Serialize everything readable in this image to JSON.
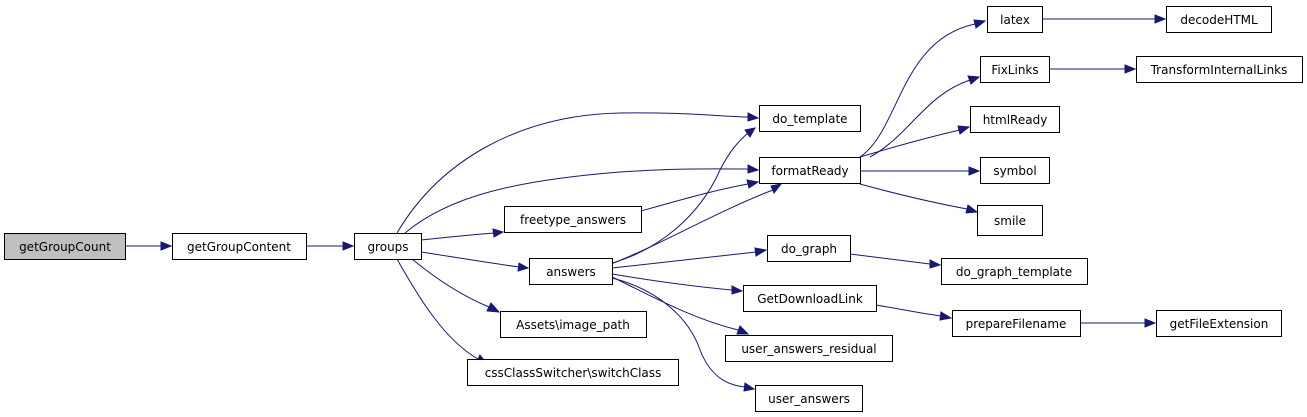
{
  "colors": {
    "edge": "#191970",
    "root_fill": "#bfbfbf",
    "node_fill": "#ffffff",
    "node_border": "#000000"
  },
  "nodes": {
    "getGroupCount": {
      "label": "getGroupCount",
      "root": true
    },
    "getGroupContent": {
      "label": "getGroupContent"
    },
    "groups": {
      "label": "groups"
    },
    "freetype_answers": {
      "label": "freetype_answers"
    },
    "answers": {
      "label": "answers"
    },
    "assets_image_path": {
      "label": "Assets\\image_path"
    },
    "css_switch_class": {
      "label": "cssClassSwitcher\\switchClass"
    },
    "do_template": {
      "label": "do_template"
    },
    "formatReady": {
      "label": "formatReady"
    },
    "do_graph": {
      "label": "do_graph"
    },
    "GetDownloadLink": {
      "label": "GetDownloadLink"
    },
    "user_answers_residual": {
      "label": "user_answers_residual"
    },
    "user_answers": {
      "label": "user_answers"
    },
    "latex": {
      "label": "latex"
    },
    "FixLinks": {
      "label": "FixLinks"
    },
    "htmlReady": {
      "label": "htmlReady"
    },
    "symbol": {
      "label": "symbol"
    },
    "smile": {
      "label": "smile"
    },
    "do_graph_template": {
      "label": "do_graph_template"
    },
    "prepareFilename": {
      "label": "prepareFilename"
    },
    "decodeHTML": {
      "label": "decodeHTML"
    },
    "TransformInternalLinks": {
      "label": "TransformInternalLinks"
    },
    "getFileExtension": {
      "label": "getFileExtension"
    }
  },
  "edges": [
    [
      "getGroupCount",
      "getGroupContent"
    ],
    [
      "getGroupContent",
      "groups"
    ],
    [
      "groups",
      "do_template"
    ],
    [
      "groups",
      "formatReady"
    ],
    [
      "groups",
      "freetype_answers"
    ],
    [
      "groups",
      "answers"
    ],
    [
      "groups",
      "assets_image_path"
    ],
    [
      "groups",
      "css_switch_class"
    ],
    [
      "freetype_answers",
      "formatReady"
    ],
    [
      "answers",
      "do_template"
    ],
    [
      "answers",
      "formatReady"
    ],
    [
      "answers",
      "do_graph"
    ],
    [
      "answers",
      "GetDownloadLink"
    ],
    [
      "answers",
      "user_answers_residual"
    ],
    [
      "answers",
      "user_answers"
    ],
    [
      "formatReady",
      "latex"
    ],
    [
      "formatReady",
      "FixLinks"
    ],
    [
      "formatReady",
      "htmlReady"
    ],
    [
      "formatReady",
      "symbol"
    ],
    [
      "formatReady",
      "smile"
    ],
    [
      "latex",
      "decodeHTML"
    ],
    [
      "FixLinks",
      "TransformInternalLinks"
    ],
    [
      "do_graph",
      "do_graph_template"
    ],
    [
      "GetDownloadLink",
      "prepareFilename"
    ],
    [
      "prepareFilename",
      "getFileExtension"
    ]
  ]
}
